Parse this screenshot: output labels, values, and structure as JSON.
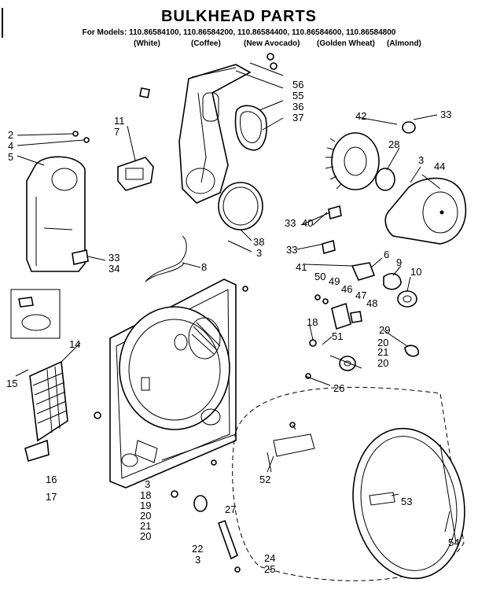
{
  "title": "BULKHEAD PARTS",
  "models_line": "For Models: 110.86584100, 110.86584200, 110.86584400, 110.86584600, 110.86584800",
  "variants": [
    "(White)",
    "(Coffee)",
    "(New Avocado)",
    "(Golden Wheat)",
    "(Almond)"
  ],
  "callouts": [
    "56",
    "55",
    "36",
    "37",
    "42",
    "33",
    "11",
    "7",
    "2",
    "4",
    "5",
    "28",
    "3",
    "44",
    "33",
    "40",
    "38",
    "3",
    "33",
    "34",
    "8",
    "33",
    "41",
    "6",
    "9",
    "10",
    "50",
    "49",
    "46",
    "47",
    "48",
    "15",
    "14",
    "18",
    "51",
    "29",
    "20",
    "21",
    "20",
    "26",
    "16",
    "17",
    "3",
    "18",
    "19",
    "20",
    "21",
    "20",
    "27",
    "52",
    "53",
    "22",
    "3",
    "24",
    "25",
    "54"
  ]
}
